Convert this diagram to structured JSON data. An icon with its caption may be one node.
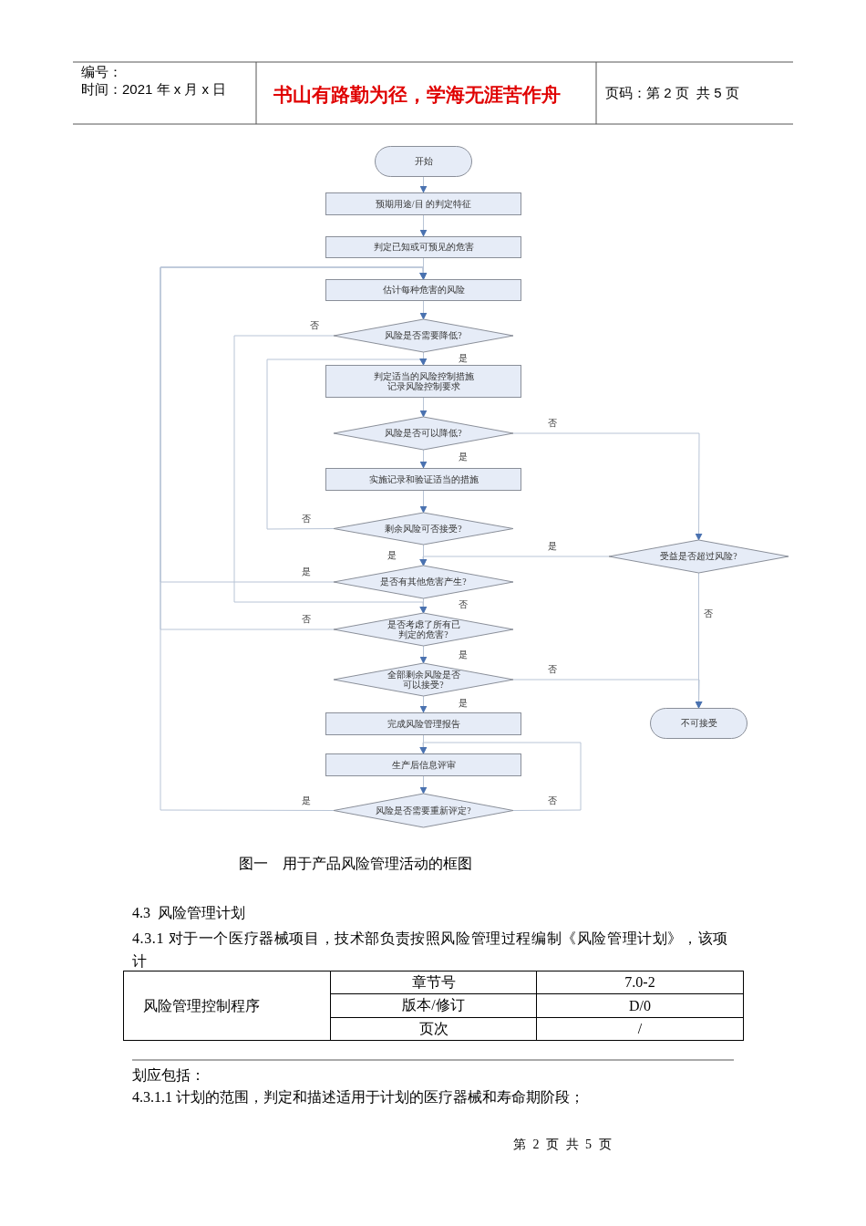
{
  "diagram": {
    "caption": "图一    用于产品风险管理活动的框图",
    "nodes": [
      {
        "text": [
          "开始"
        ]
      },
      {
        "text": [
          "预期用途/目 的判定特征"
        ]
      },
      {
        "text": [
          "判定已知或可预见的危害"
        ]
      },
      {
        "text": [
          "估计每种危害的风险"
        ]
      },
      {
        "text": [
          "风险是否需要降低?"
        ]
      },
      {
        "text": [
          "判定适当的风险控制措施",
          "记录风险控制要求"
        ]
      },
      {
        "text": [
          "风险是否可以降低?"
        ]
      },
      {
        "text": [
          "实施记录和验证适当的措施"
        ]
      },
      {
        "text": [
          "剩余风险可否接受?"
        ]
      },
      {
        "text": [
          "受益是否超过风险?"
        ]
      },
      {
        "text": [
          "是否有其他危害产生?"
        ]
      },
      {
        "text": [
          "是否考虑了所有已判定的危害?"
        ]
      },
      {
        "text": [
          "全部剩余风险是否可以接受?"
        ]
      },
      {
        "text": [
          "完成风险管理报告"
        ]
      },
      {
        "text": [
          "不可接受"
        ]
      },
      {
        "text": [
          "生产后信息评审"
        ]
      },
      {
        "text": [
          "风险是否需要重新评定?"
        ]
      }
    ],
    "edges": [
      {
        "from": 0,
        "to": 1,
        "arrow": "to"
      },
      {
        "from": 1,
        "to": 2,
        "arrow": "to"
      },
      {
        "from": 2,
        "to": 3,
        "arrow": "to"
      },
      {
        "from": 3,
        "to": 4,
        "arrow": "to"
      },
      {
        "from": 4,
        "to": 5,
        "arrow": "to",
        "label": "是"
      },
      {
        "from": 4,
        "to": 11,
        "arrow": "to",
        "label": "否"
      },
      {
        "from": 5,
        "to": 6,
        "arrow": "to"
      },
      {
        "from": 6,
        "to": 7,
        "arrow": "to",
        "label": "是"
      },
      {
        "from": 6,
        "to": 9,
        "arrow": "to",
        "label": "否"
      },
      {
        "from": 7,
        "to": 8,
        "arrow": "to"
      },
      {
        "from": 8,
        "to": 5,
        "arrow": "to",
        "label": "否"
      },
      {
        "from": 8,
        "to": 10,
        "arrow": "to",
        "label": "是"
      },
      {
        "from": 9,
        "to": 10,
        "arrow": "to",
        "label": "是"
      },
      {
        "from": 9,
        "to": 14,
        "arrow": "to",
        "label": "否"
      },
      {
        "from": 10,
        "to": 3,
        "arrow": "to",
        "label": "是"
      },
      {
        "from": 10,
        "to": 11,
        "arrow": "to",
        "label": "否"
      },
      {
        "from": 11,
        "to": 3,
        "arrow": "to",
        "label": "否"
      },
      {
        "from": 11,
        "to": 12,
        "arrow": "to",
        "label": "是"
      },
      {
        "from": 12,
        "to": 14,
        "arrow": "to",
        "label": "否"
      },
      {
        "from": 12,
        "to": 13,
        "arrow": "to",
        "label": "是"
      },
      {
        "from": 13,
        "to": 15,
        "arrow": "to"
      },
      {
        "from": 15,
        "to": 16,
        "arrow": "to"
      },
      {
        "from": 16,
        "to": 3,
        "arrow": "to",
        "label": "是"
      },
      {
        "from": 16,
        "to": 15,
        "arrow": "to",
        "label": "否"
      }
    ],
    "labels": [
      "编号：",
      "时间：2021 年 x 月 x 日",
      "书山有路勤为径，学海无涯苦作舟",
      "页码：第 2 页  共 5 页",
      "4.3  风险管理计划",
      "4.3.1 对于一个医疗器械项目，技术部负责按照风险管理过程编制《风险管理计划》，该项计",
      "风险管理控制程序",
      "章节号",
      "7.0-2",
      "版本/修订",
      "D/0",
      "页次",
      "/",
      "划应包括：",
      "4.3.1.1 计划的范围，判定和描述适用于计划的医疗器械和寿命期阶段；",
      "第 2 页 共 5 页"
    ]
  }
}
